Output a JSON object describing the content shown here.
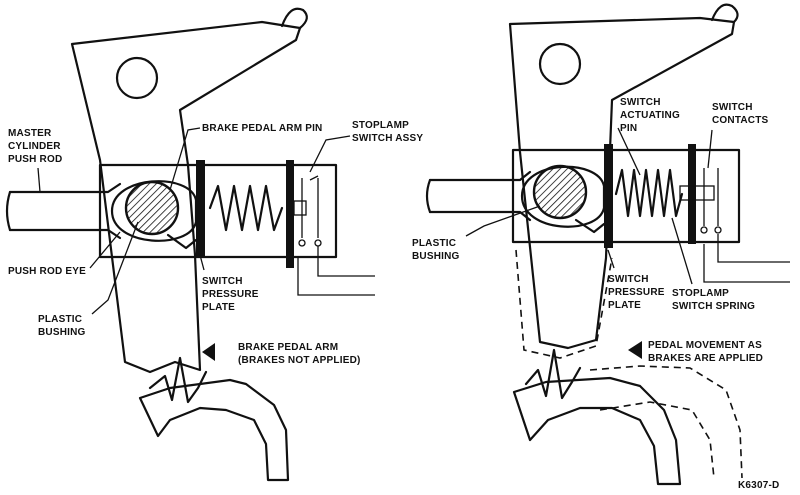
{
  "left_panel": {
    "labels": {
      "master_cylinder": "MASTER CYLINDER PUSH ROD",
      "master_cylinder_l1": "MASTER",
      "master_cylinder_l2": "CYLINDER",
      "master_cylinder_l3": "PUSH ROD",
      "pedal_arm_pin": "BRAKE PEDAL ARM PIN",
      "stoplamp_assy_l1": "STOPLAMP",
      "stoplamp_assy_l2": "SWITCH ASSY",
      "push_rod_eye": "PUSH ROD EYE",
      "plastic_bushing_l1": "PLASTIC",
      "plastic_bushing_l2": "BUSHING",
      "pressure_plate_l1": "SWITCH",
      "pressure_plate_l2": "PRESSURE",
      "pressure_plate_l3": "PLATE",
      "pedal_arm_l1": "BRAKE PEDAL ARM",
      "pedal_arm_l2": "(BRAKES NOT APPLIED)"
    }
  },
  "right_panel": {
    "labels": {
      "actuating_pin_l1": "SWITCH",
      "actuating_pin_l2": "ACTUATING",
      "actuating_pin_l3": "PIN",
      "switch_contacts_l1": "SWITCH",
      "switch_contacts_l2": "CONTACTS",
      "plastic_bushing_l1": "PLASTIC",
      "plastic_bushing_l2": "BUSHING",
      "pressure_plate_l1": "SWITCH",
      "pressure_plate_l2": "PRESSURE",
      "pressure_plate_l3": "PLATE",
      "switch_spring_l1": "STOPLAMP",
      "switch_spring_l2": "SWITCH SPRING",
      "pedal_movement_l1": "PEDAL MOVEMENT AS",
      "pedal_movement_l2": "BRAKES ARE APPLIED"
    }
  },
  "figure_code": "K6307-D"
}
